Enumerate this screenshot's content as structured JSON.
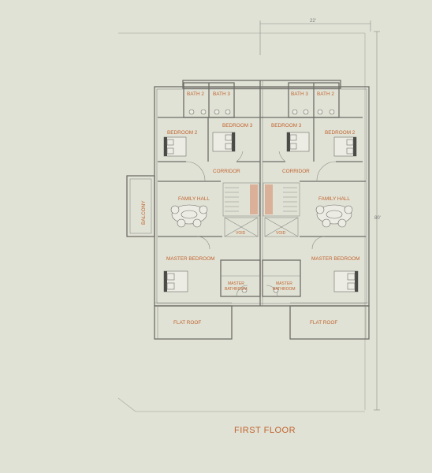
{
  "title": "FIRST FLOOR",
  "dimensions": {
    "width": "22'",
    "depth": "80'"
  },
  "rooms": {
    "bath_2_left": "BATH 2",
    "bath_3_left": "BATH 3",
    "bath_3_right": "BATH 3",
    "bath_2_right": "BATH 2",
    "bedroom_2_left": "BEDROOM 2",
    "bedroom_3_left": "BEDROOM 3",
    "bedroom_3_right": "BEDROOM 3",
    "bedroom_2_right": "BEDROOM 2",
    "corridor_left": "CORRIDOR",
    "corridor_right": "CORRIDOR",
    "family_hall_left": "FAMILY HALL",
    "family_hall_right": "FAMILY HALL",
    "balcony": "BALCONY",
    "void_left": "VOID",
    "void_right": "VOID",
    "master_bedroom_left": "MASTER BEDROOM",
    "master_bedroom_right": "MASTER BEDROOM",
    "master_bathroom_left": [
      "MASTER",
      "BATHROOM"
    ],
    "master_bathroom_right": [
      "MASTER",
      "BATHROOM"
    ],
    "flat_roof_left": "FLAT ROOF",
    "flat_roof_right": "FLAT ROOF"
  },
  "colors": {
    "background": "#e1e2d6",
    "label": "#c0642e",
    "wall": "#6e6e68",
    "stair": "#d9a488"
  }
}
